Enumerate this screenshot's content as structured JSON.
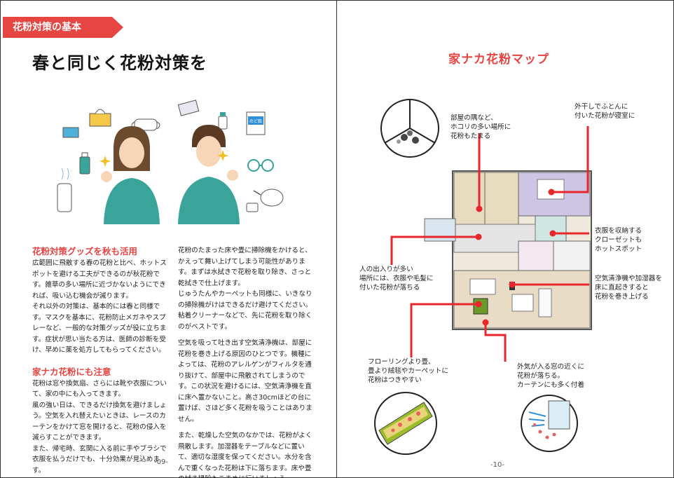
{
  "left_page": {
    "tag": "花粉対策の基本",
    "title": "春と同じく花粉対策を",
    "illustration_badge": "のど飴",
    "section1": {
      "heading": "花粉対策グッズを秋も活用",
      "paragraphs": [
        "広範囲に飛散する春の花粉と比べ、ホットスポットを避ける工夫ができるのが秋花粉です。雑草の多い場所に近づかないようにできれば、吸い込む機会が減ります。",
        "それ以外の対策は、基本的には春と同様です。マスクを基本に、花粉防止メガネやスプレーなど、一般的な対策グッズが役に立ちます。症状が思い当たる方は、医師の診断を受け、早めに薬を処方してもらってください。"
      ]
    },
    "section2": {
      "heading": "家ナカ花粉にも注意",
      "paragraphs": [
        "花粉は窓や換気扇、さらには靴や衣服について、家の中にも入ってきます。",
        "風の強い日は、できるだけ換気を避けましょう。空気を入れ替えたいときは、レースのカーテンをかけて窓を開けると、花粉の侵入を減らすことができます。",
        "また、帰宅時、玄関に入る前に手やブラシで衣服を払うだけでも、十分効果が見込めます。"
      ]
    },
    "right_column": {
      "paragraphs": [
        "花粉のたまった床や畳に掃除機をかけると、かえって舞い上げてしまう可能性があります。まずは水拭きで花粉を取り除き、さっと乾拭きで仕上げます。",
        "じゅうたんやカーペットも同様に、いきなりの掃除機がけはできるだけ避けてください。粘着クリーナーなどで、先に花粉を取り除くのがベストです。",
        "空気を吸って吐き出す空気清浄機は、部屋に花粉を巻き上げる原因のひとつです。機種によっては、花粉のアレルゲンがフィルタを通り抜けて、部屋中に飛散されてしまうのです。この状況を避けるには、空気清浄機を直に床へ置かないこと。高さ30cmほどの台に置けば、さほど多く花粉を吸うことはありません。",
        "また、乾燥した空気のなかでは、花粉がよく飛散します。加湿器をテーブルなどに置いて、適切な湿度を保ってください。水分を含んで重くなった花粉は下に落ちます。床や畳の拭き掃除もこまめに行いましょう。"
      ]
    },
    "page_number": "-09-"
  },
  "right_page": {
    "title": "家ナカ花粉マップ",
    "callouts": {
      "corner": [
        "部屋の隅など、",
        "ホコリの多い場所に",
        "花粉もたまる"
      ],
      "futon": [
        "外干しでふとんに",
        "付いた花粉が寝室に"
      ],
      "closet": [
        "衣服を収納する",
        "クローゼットも",
        "ホットスポット"
      ],
      "entrance": [
        "人の出入りが多い",
        "場所には、衣服や毛髪に",
        "付いた花粉が落ちる"
      ],
      "purifier": [
        "空気清浄機や加湿器を",
        "床に直起きすると",
        "花粉を巻き上げる"
      ],
      "carpet": [
        "フローリングより畳、",
        "畳より絨毯やカーペットに",
        "花粉はつきやすい"
      ],
      "window": [
        "外気が入る窓の近くに",
        "花粉が落ちる。",
        "カーテンにも多く付着"
      ]
    },
    "page_number": "-10-"
  },
  "colors": {
    "accent": "#e64542",
    "teal": "#3aa39a",
    "pointer": "#e8262b"
  }
}
